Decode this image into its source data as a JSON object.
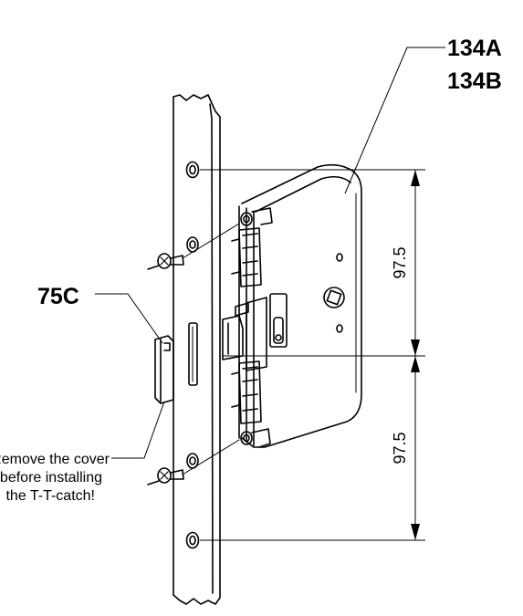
{
  "labels": {
    "part_a": "134A",
    "part_b": "134B",
    "part_c": "75C",
    "dim_upper": "97.5",
    "dim_lower": "97.5"
  },
  "note": {
    "line1": "Remove the cover",
    "line2": "before installing",
    "line3": "the T-T-catch!"
  },
  "colors": {
    "line": "#000000",
    "background": "#ffffff"
  }
}
